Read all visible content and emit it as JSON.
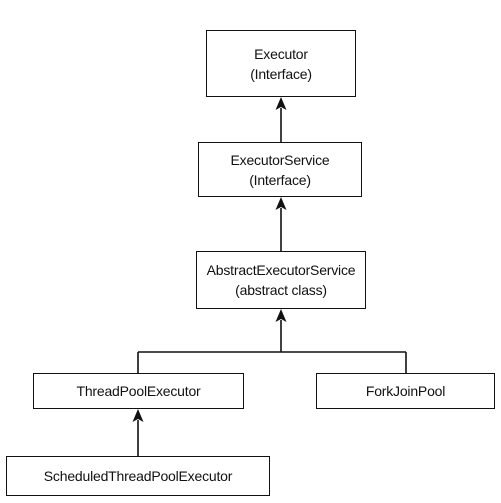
{
  "nodes": {
    "executor": {
      "name": "Executor",
      "kind": "(Interface)"
    },
    "executor_service": {
      "name": "ExecutorService",
      "kind": "(Interface)"
    },
    "abstract_executor_service": {
      "name": "AbstractExecutorService",
      "kind": "(abstract class)"
    },
    "thread_pool_executor": {
      "name": "ThreadPoolExecutor"
    },
    "fork_join_pool": {
      "name": "ForkJoinPool"
    },
    "scheduled_thread_pool_executor": {
      "name": "ScheduledThreadPoolExecutor"
    }
  },
  "edges": [
    {
      "from": "ExecutorService",
      "to": "Executor",
      "relation": "inherits"
    },
    {
      "from": "AbstractExecutorService",
      "to": "ExecutorService",
      "relation": "implements"
    },
    {
      "from": "ThreadPoolExecutor",
      "to": "AbstractExecutorService",
      "relation": "extends"
    },
    {
      "from": "ForkJoinPool",
      "to": "AbstractExecutorService",
      "relation": "extends"
    },
    {
      "from": "ScheduledThreadPoolExecutor",
      "to": "ThreadPoolExecutor",
      "relation": "extends"
    }
  ],
  "colors": {
    "line": "#111111",
    "box_fill": "#ffffff",
    "text": "#111111"
  }
}
